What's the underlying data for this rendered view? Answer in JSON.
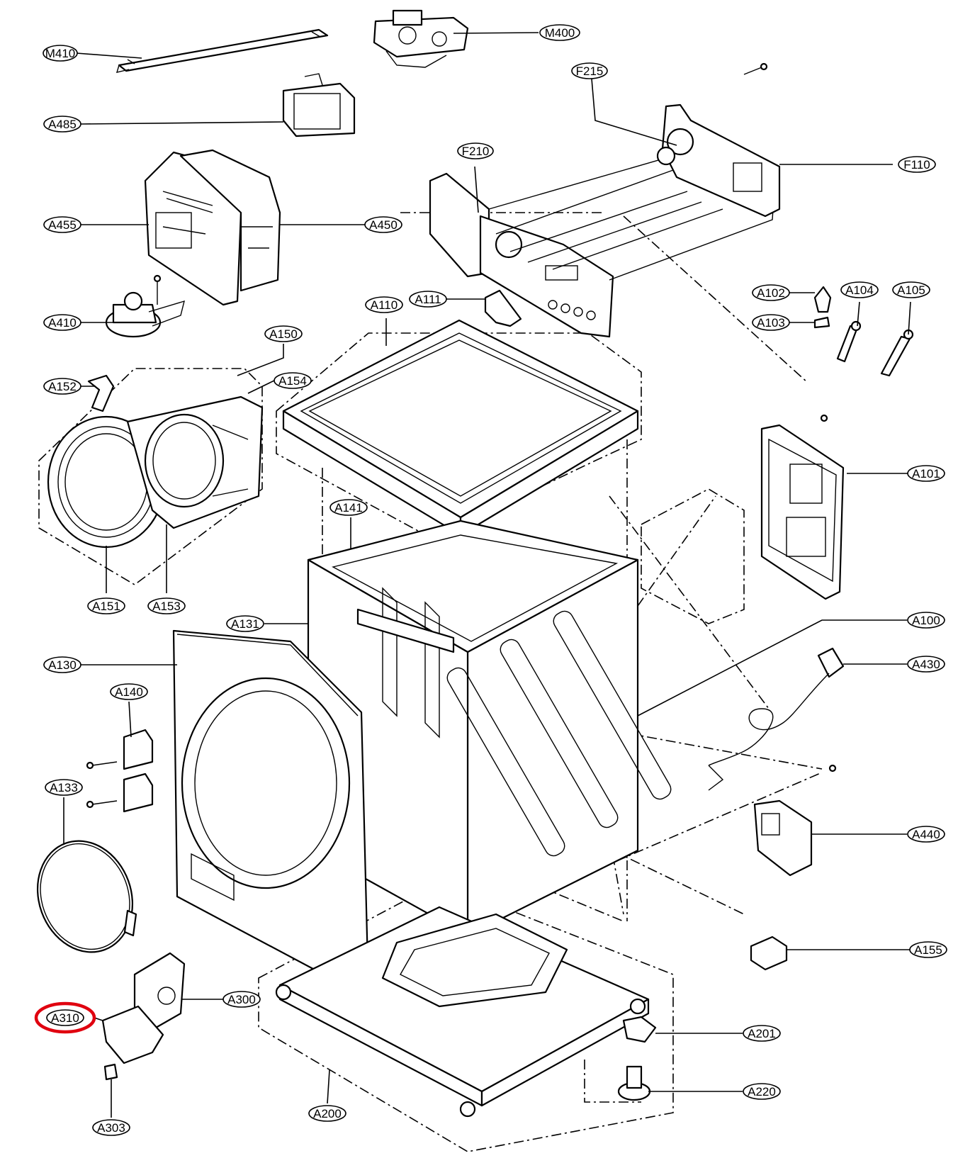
{
  "labels": [
    {
      "id": "M410",
      "text": "M410"
    },
    {
      "id": "M400",
      "text": "M400"
    },
    {
      "id": "A485",
      "text": "A485"
    },
    {
      "id": "F215",
      "text": "F215"
    },
    {
      "id": "F210",
      "text": "F210"
    },
    {
      "id": "F110",
      "text": "F110"
    },
    {
      "id": "A455",
      "text": "A455"
    },
    {
      "id": "A450",
      "text": "A450"
    },
    {
      "id": "A410",
      "text": "A410"
    },
    {
      "id": "A111",
      "text": "A111"
    },
    {
      "id": "A110",
      "text": "A110"
    },
    {
      "id": "A102",
      "text": "A102"
    },
    {
      "id": "A104",
      "text": "A104"
    },
    {
      "id": "A105",
      "text": "A105"
    },
    {
      "id": "A103",
      "text": "A103"
    },
    {
      "id": "A150",
      "text": "A150"
    },
    {
      "id": "A154",
      "text": "A154"
    },
    {
      "id": "A152",
      "text": "A152"
    },
    {
      "id": "A101",
      "text": "A101"
    },
    {
      "id": "A141",
      "text": "A141"
    },
    {
      "id": "A151",
      "text": "A151"
    },
    {
      "id": "A153",
      "text": "A153"
    },
    {
      "id": "A131",
      "text": "A131"
    },
    {
      "id": "A100",
      "text": "A100"
    },
    {
      "id": "A130",
      "text": "A130"
    },
    {
      "id": "A430",
      "text": "A430"
    },
    {
      "id": "A140",
      "text": "A140"
    },
    {
      "id": "A133",
      "text": "A133"
    },
    {
      "id": "A440",
      "text": "A440"
    },
    {
      "id": "A155",
      "text": "A155"
    },
    {
      "id": "A300",
      "text": "A300"
    },
    {
      "id": "A310",
      "text": "A310"
    },
    {
      "id": "A201",
      "text": "A201"
    },
    {
      "id": "A220",
      "text": "A220"
    },
    {
      "id": "A200",
      "text": "A200"
    },
    {
      "id": "A303",
      "text": "A303"
    }
  ],
  "highlight": {
    "target": "A310",
    "color": "#e0000f"
  }
}
